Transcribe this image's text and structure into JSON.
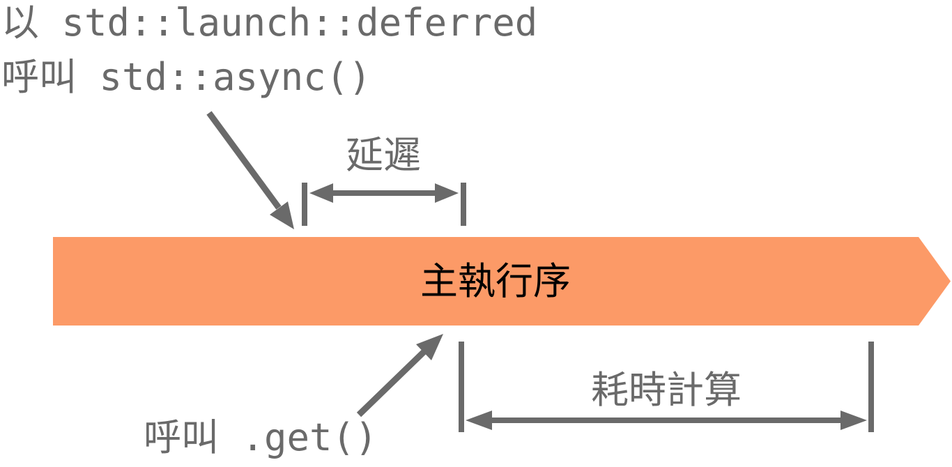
{
  "colors": {
    "timeline_orange": "#FC9A67",
    "gray": "#6A6A6A",
    "black": "#000000",
    "background": "#FFFFFF"
  },
  "annotations": {
    "async_call": {
      "line1": "以 std::launch::deferred",
      "line2": "呼叫 std::async()"
    },
    "get_call": {
      "label": "呼叫 .get()"
    }
  },
  "spans": {
    "delay": {
      "label": "延遲"
    },
    "compute": {
      "label": "耗時計算"
    }
  },
  "timeline": {
    "label": "主執行序"
  }
}
